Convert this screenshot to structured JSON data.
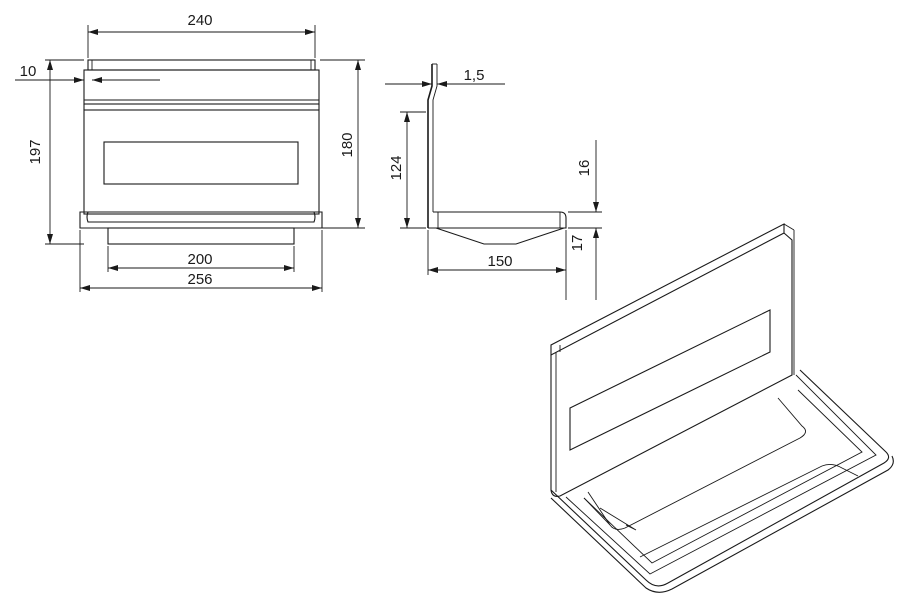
{
  "dimensions": {
    "top_width": "240",
    "left_offset": "10",
    "total_height": "197",
    "back_height": "180",
    "tray_width": "200",
    "total_width": "256",
    "thickness": "1,5",
    "side_height": "124",
    "lip_height": "16",
    "base_height": "17",
    "depth": "150"
  }
}
